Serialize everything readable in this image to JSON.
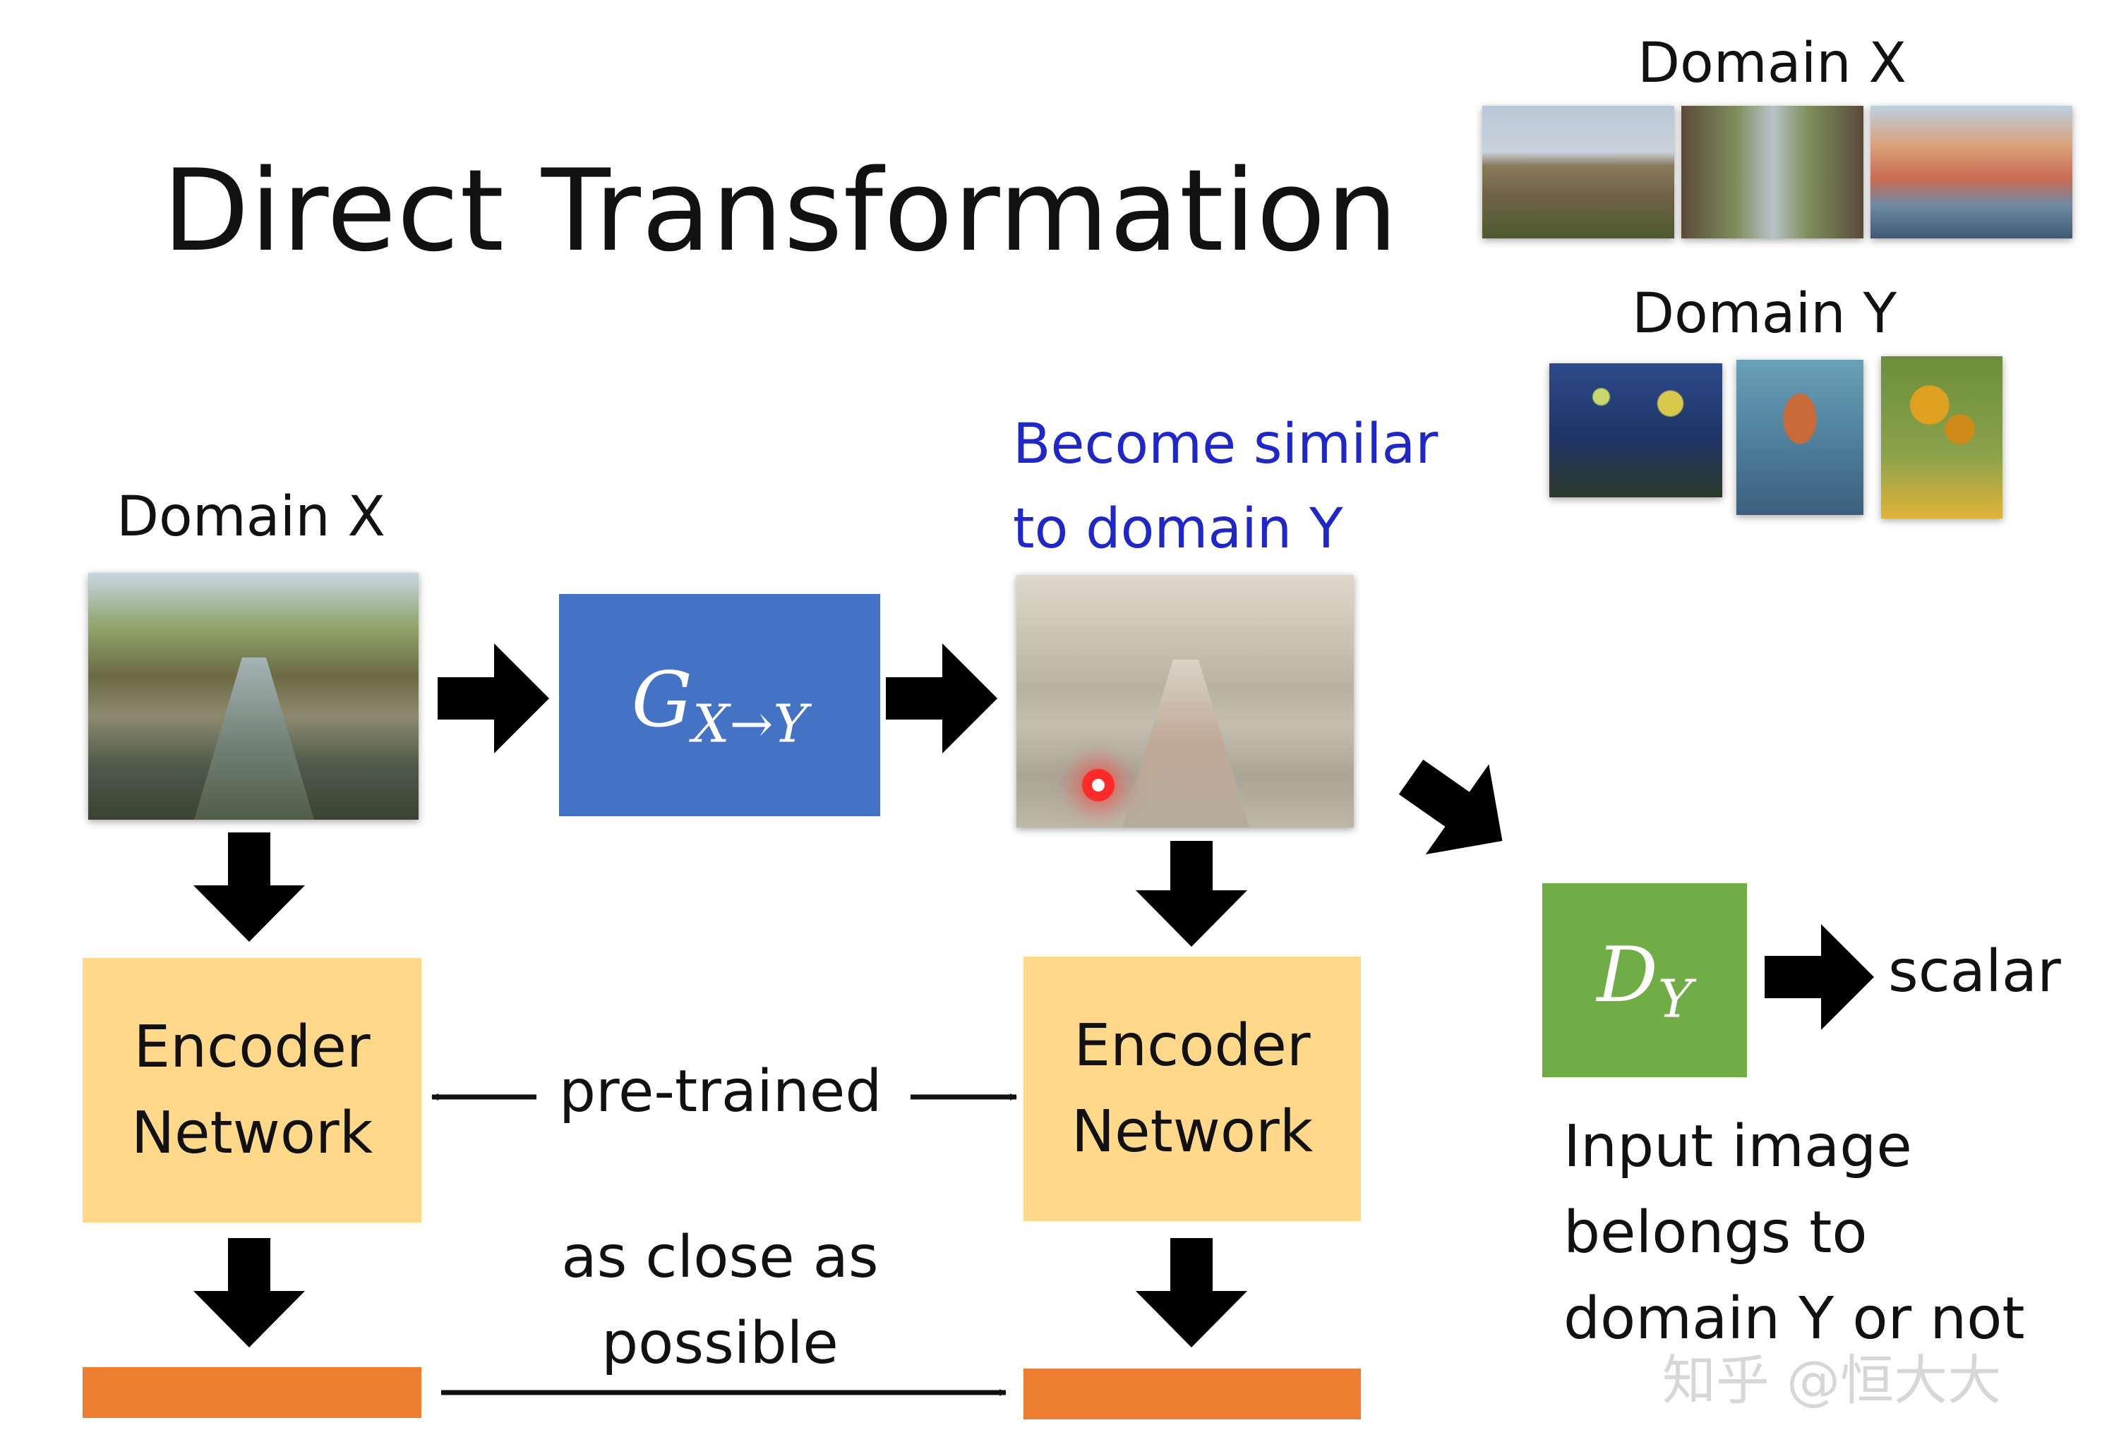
{
  "title": "Direct Transformation",
  "domain_x_label": "Domain X",
  "top_legend": {
    "domain_x": "Domain X",
    "domain_y": "Domain Y"
  },
  "become_similar": [
    "Become similar",
    "to domain Y"
  ],
  "generator": {
    "main": "G",
    "sub": "X→Y"
  },
  "discriminator": {
    "main": "D",
    "sub": "Y"
  },
  "encoder_left": [
    "Encoder",
    "Network"
  ],
  "encoder_right": [
    "Encoder",
    "Network"
  ],
  "pretrained_label": "pre-trained",
  "close_label": [
    "as close as",
    "possible"
  ],
  "scalar_label": "scalar",
  "input_desc": [
    "Input image",
    "belongs to",
    "domain Y or not"
  ],
  "watermark": "知乎 @恒大大",
  "colors": {
    "generator": "#4472c4",
    "discriminator": "#70ad47",
    "encoder": "#ffd88a",
    "feature_bar": "#ed7d31",
    "highlight_text": "#1f27c8"
  },
  "icons": [
    "arrow-right-icon",
    "arrow-down-icon",
    "double-arrow-icon",
    "cursor-dot-icon"
  ]
}
